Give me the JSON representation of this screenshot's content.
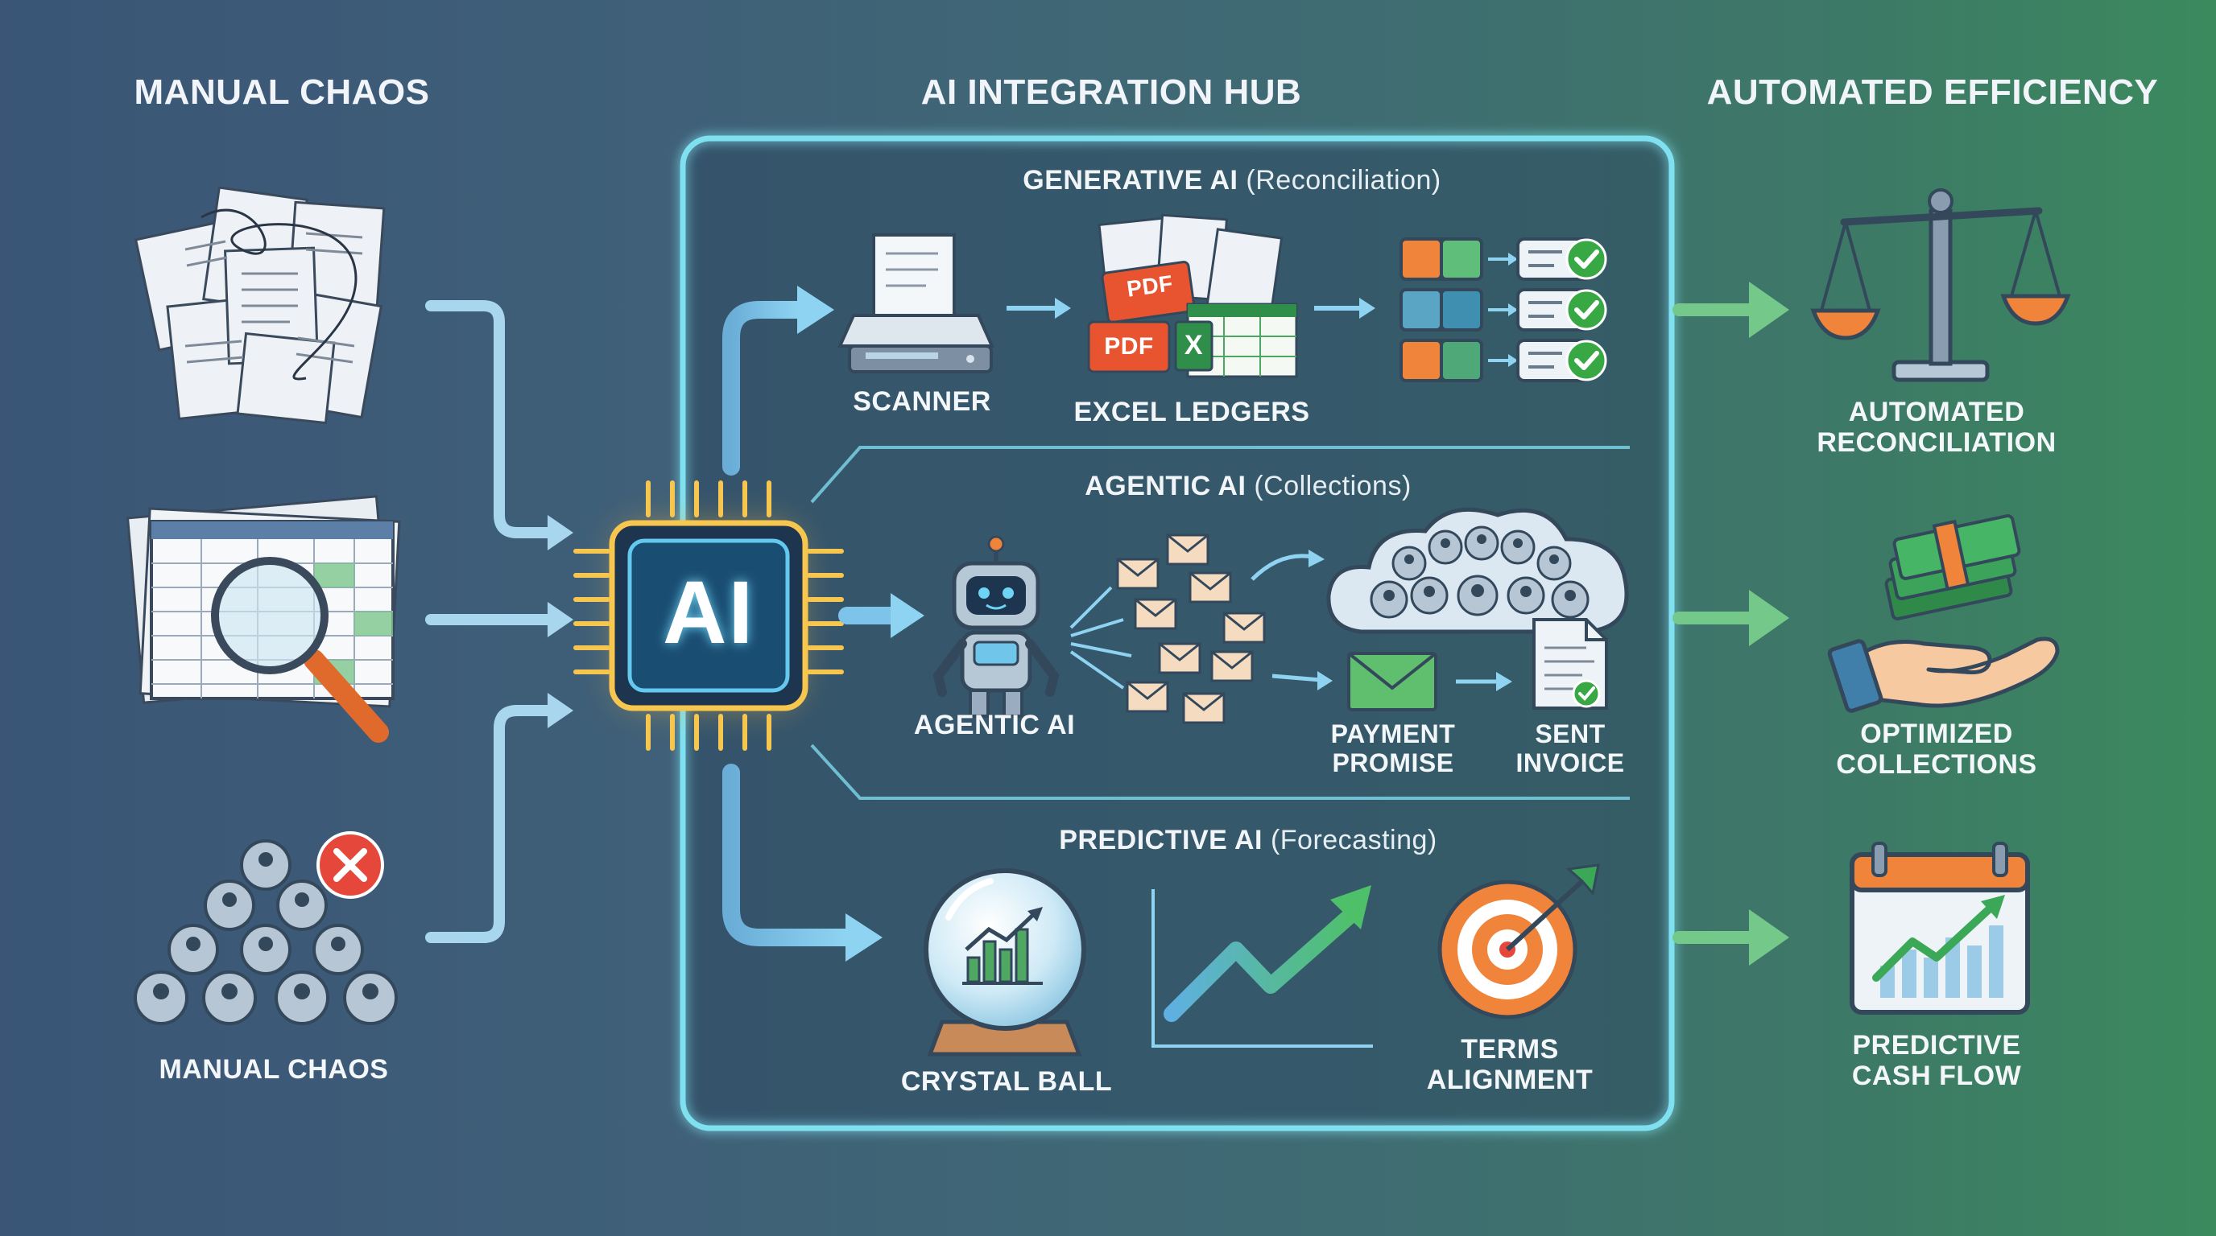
{
  "headers": {
    "left": "MANUAL CHAOS",
    "center": "AI INTEGRATION HUB",
    "right": "AUTOMATED EFFICIENCY"
  },
  "left": {
    "bottom_label": "MANUAL CHAOS"
  },
  "hub": {
    "chip_label": "AI",
    "generative": {
      "title": "GENERATIVE AI",
      "subtitle": "(Reconciliation)",
      "scanner": "SCANNER",
      "ledgers": "EXCEL LEDGERS",
      "pdf_label": "PDF",
      "excel_letter": "X"
    },
    "agentic": {
      "title": "AGENTIC AI",
      "subtitle": "(Collections)",
      "robot": "AGENTIC AI",
      "payment_line1": "PAYMENT",
      "payment_line2": "PROMISE",
      "sent_line1": "SENT",
      "sent_line2": "INVOICE"
    },
    "predictive": {
      "title": "PREDICTIVE AI",
      "subtitle": "(Forecasting)",
      "crystal": "CRYSTAL BALL",
      "terms_line1": "TERMS",
      "terms_line2": "ALIGNMENT"
    }
  },
  "outcomes": {
    "recon_line1": "AUTOMATED",
    "recon_line2": "RECONCILIATION",
    "collect_line1": "OPTIMIZED",
    "collect_line2": "COLLECTIONS",
    "cash_line1": "PREDICTIVE",
    "cash_line2": "CASH FLOW"
  },
  "colors": {
    "hub_border": "#7fe0f0",
    "arrow_blue": "#8fd0f0",
    "arrow_green": "#74c98a",
    "chip_glow": "#f5b441",
    "check_green": "#38a845",
    "orange": "#f0843a"
  }
}
